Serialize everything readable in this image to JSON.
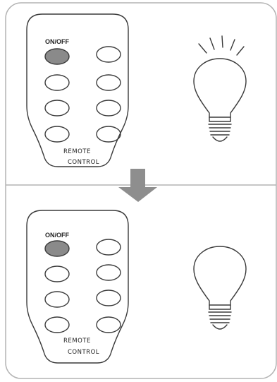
{
  "colors": {
    "frame": "#b4b4b4",
    "outline": "#3a3a3a",
    "button_pressed": "#8a8a8a",
    "arrow": "#8e8e8e"
  },
  "panels": [
    {
      "remote": {
        "on_off_label": "ON/OFF",
        "caption_line1": "REMOTE",
        "caption_line2": "CONTROL",
        "on_off_pressed": true
      },
      "bulb": {
        "state": "on",
        "icon": "glowing-bulb-icon"
      }
    },
    {
      "remote": {
        "on_off_label": "ON/OFF",
        "caption_line1": "REMOTE",
        "caption_line2": "CONTROL",
        "on_off_pressed": true
      },
      "bulb": {
        "state": "off",
        "icon": "bulb-icon"
      }
    }
  ],
  "transition": {
    "icon": "down-arrow-icon"
  }
}
